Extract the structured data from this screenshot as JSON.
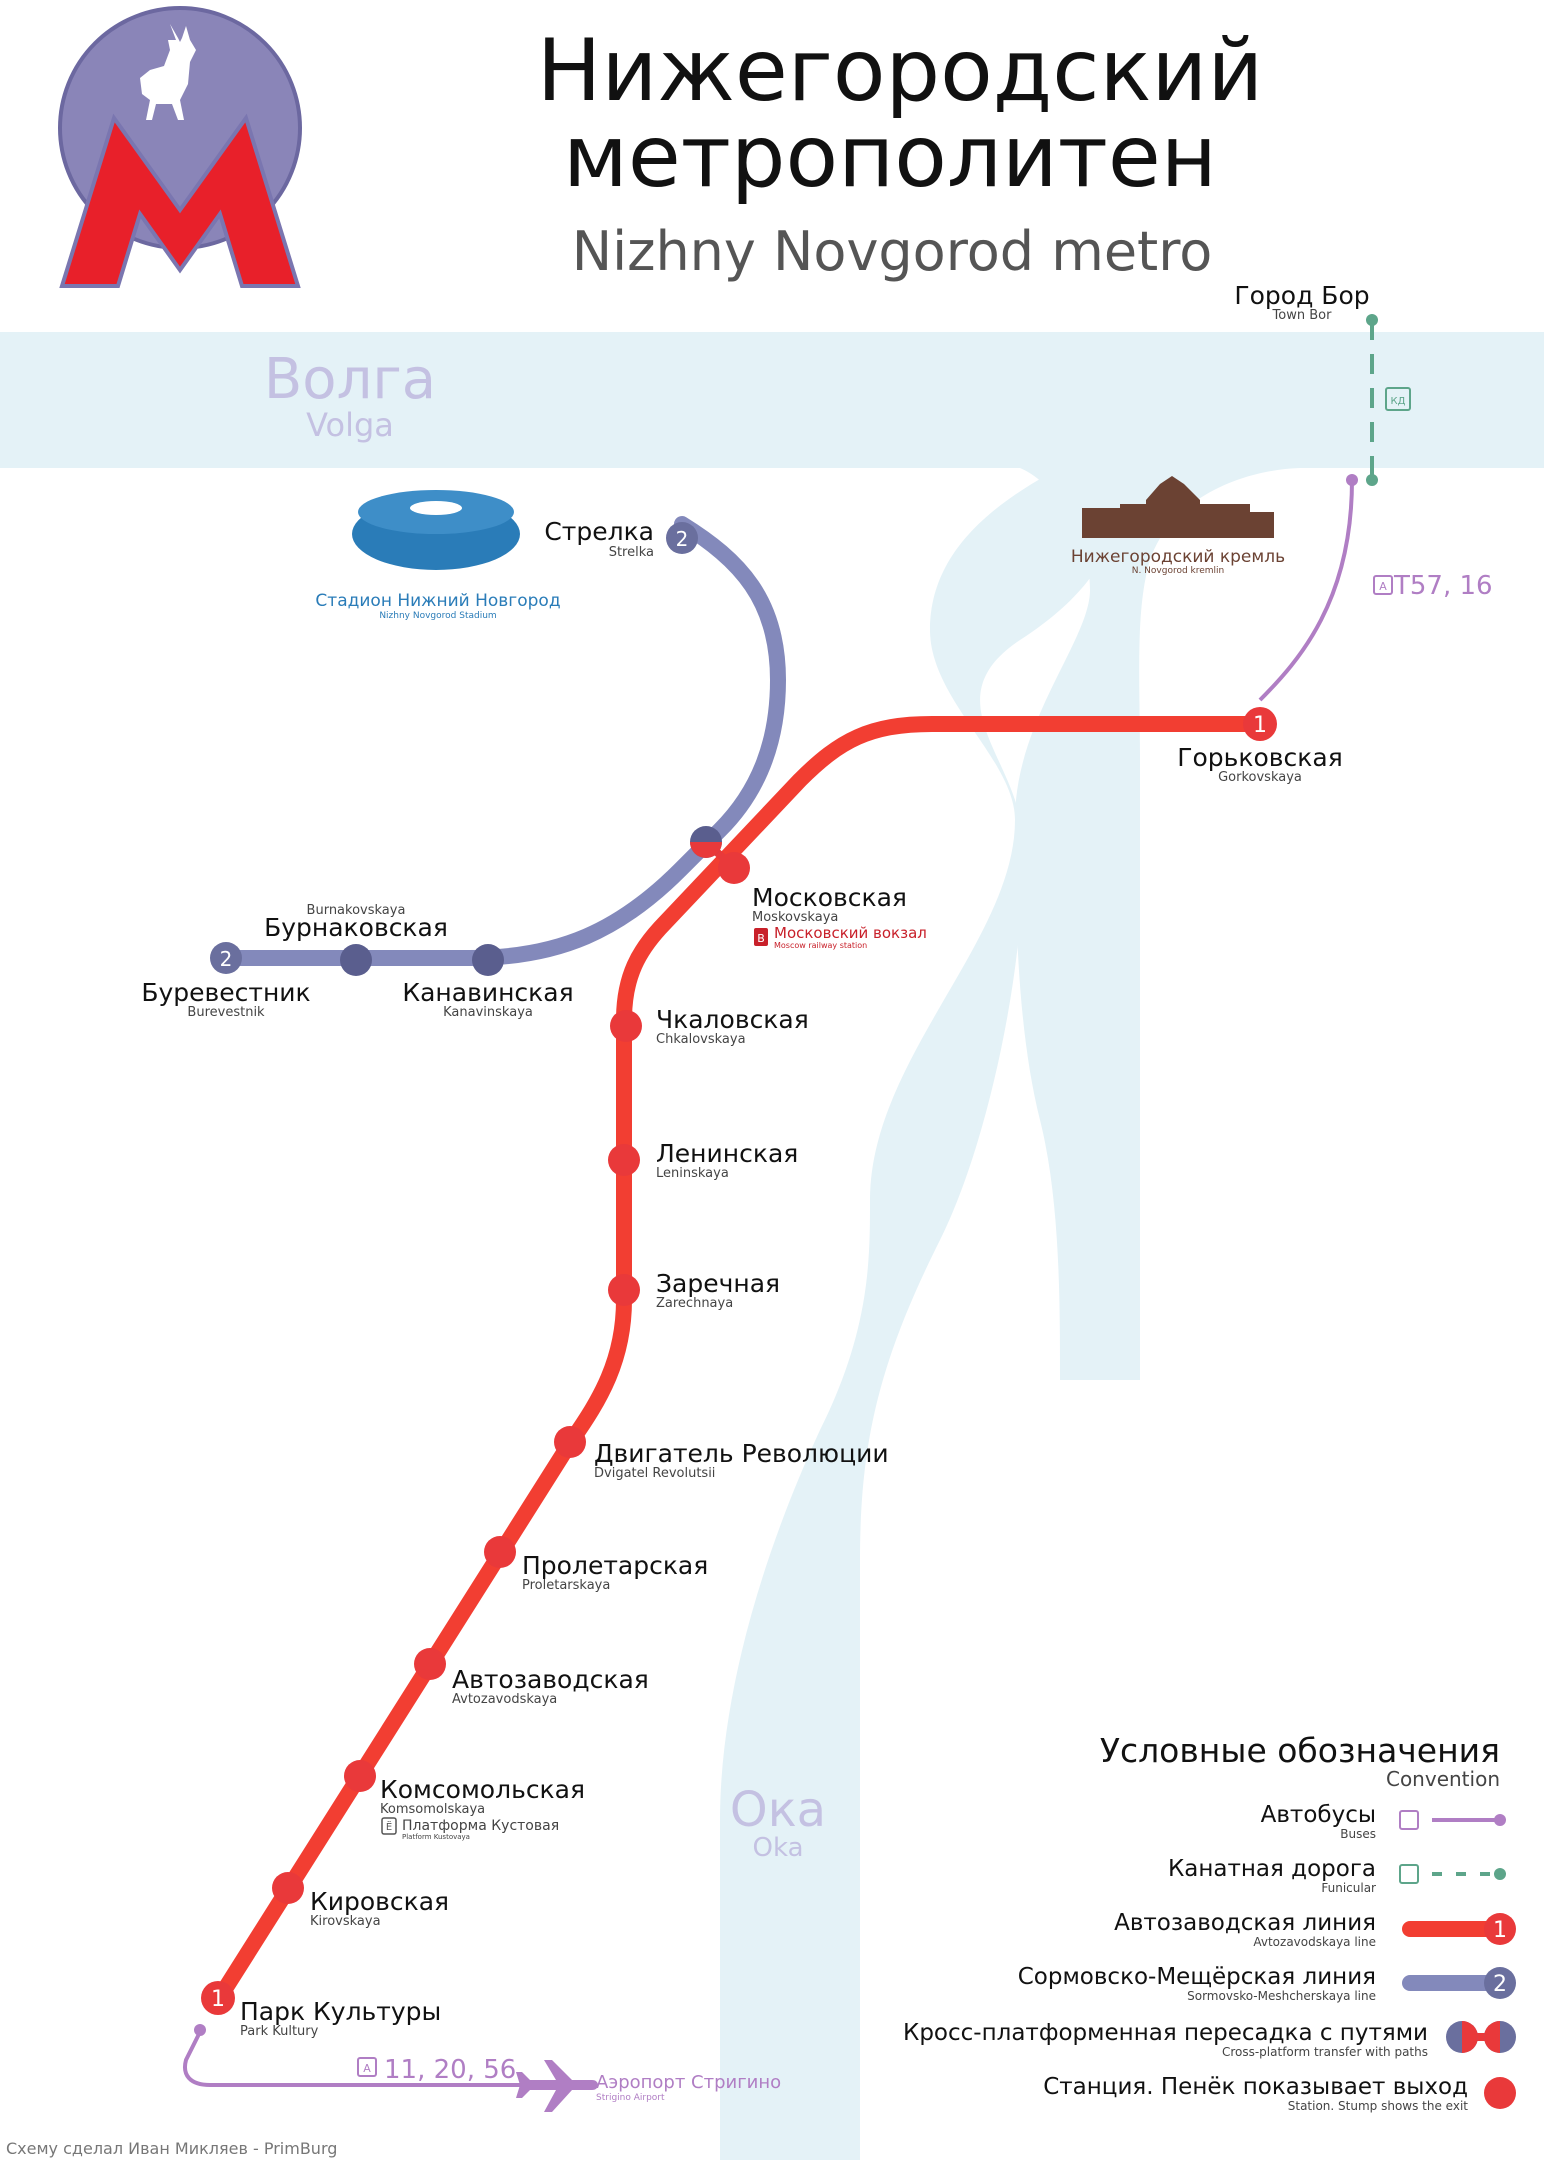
{
  "title": {
    "line1": "Нижегородский",
    "line2": "метрополитен",
    "subtitle": "Nizhny Novgorod metro"
  },
  "rivers": {
    "volga_ru": "Волга",
    "volga_en": "Volga",
    "oka_ru": "Ока",
    "oka_en": "Oka"
  },
  "landmarks": {
    "stadium_ru": "Стадион Нижний Новгород",
    "stadium_en": "Nizhny Novgorod Stadium",
    "kremlin_ru": "Нижегородский кремль",
    "kremlin_en": "N. Novgorod kremlin",
    "railway_ru": "Московский вокзал",
    "railway_en": "Moscow railway station",
    "railway_badge": "В",
    "platform_ru": "Платформа Кустовая",
    "platform_en": "Platform Kustovaya",
    "platform_badge": "Ё",
    "airport_ru": "Аэропорт Стригино",
    "airport_en": "Strigino Airport"
  },
  "lines": [
    {
      "number": "1",
      "name_ru": "Автозаводская линия",
      "name_en": "Avtozavodskaya line",
      "color": "#f23e32"
    },
    {
      "number": "2",
      "name_ru": "Сормовско-Мещёрская линия",
      "name_en": "Sormovsko-Meshcherskaya line",
      "color": "#8389bb"
    }
  ],
  "stations": {
    "strelka": {
      "ru": "Стрелка",
      "en": "Strelka"
    },
    "burnakovskaya": {
      "ru": "Бурнаковская",
      "en": "Burnakovskaya"
    },
    "burevestnik": {
      "ru": "Буревестник",
      "en": "Burevestnik"
    },
    "kanavinskaya": {
      "ru": "Канавинская",
      "en": "Kanavinskaya"
    },
    "gorkovskaya": {
      "ru": "Горьковская",
      "en": "Gorkovskaya"
    },
    "moskovskaya": {
      "ru": "Московская",
      "en": "Moskovskaya"
    },
    "chkalovskaya": {
      "ru": "Чкаловская",
      "en": "Chkalovskaya"
    },
    "leninskaya": {
      "ru": "Ленинская",
      "en": "Leninskaya"
    },
    "zarechnaya": {
      "ru": "Заречная",
      "en": "Zarechnaya"
    },
    "dvigatel": {
      "ru": "Двигатель Революции",
      "en": "Dvigatel Revolutsii"
    },
    "proletarskaya": {
      "ru": "Пролетарская",
      "en": "Proletarskaya"
    },
    "avtozavodskaya": {
      "ru": "Автозаводская",
      "en": "Avtozavodskaya"
    },
    "komsomolskaya": {
      "ru": "Комсомольская",
      "en": "Komsomolskaya"
    },
    "kirovskaya": {
      "ru": "Кировская",
      "en": "Kirovskaya"
    },
    "park_kultury": {
      "ru": "Парк Культуры",
      "en": "Park Kultury"
    },
    "gorod_bor": {
      "ru": "Город Бор",
      "en": "Town Bor"
    }
  },
  "bus_routes": {
    "gorkovskaya": "Т57, 16",
    "airport": "11, 20, 56",
    "badge": "А"
  },
  "cable_badge": "КД",
  "legend": {
    "title_ru": "Условные обозначения",
    "title_en": "Convention",
    "items": [
      {
        "ru": "Автобусы",
        "en": "Buses"
      },
      {
        "ru": "Канатная дорога",
        "en": "Funicular"
      },
      {
        "ru": "Автозаводская линия",
        "en": "Avtozavodskaya line"
      },
      {
        "ru": "Сормовско-Мещёрская линия",
        "en": "Sormovsko-Meshcherskaya line"
      },
      {
        "ru": "Кросс-платформенная пересадка с путями",
        "en": "Cross-platform transfer with paths"
      },
      {
        "ru": "Станция. Пенёк показывает выход",
        "en": "Station. Stump shows the exit"
      }
    ]
  },
  "credit": "Схему сделал Иван Микляев - PrimBurg",
  "colors": {
    "river": "#e4f2f7",
    "line1": "#f23e32",
    "line2": "#8389bb",
    "bus": "#b07ec4",
    "cable": "#5da58a",
    "stadium": "#2a7cb8",
    "kremlin": "#6b4233",
    "railway": "#c8202a",
    "logo_red": "#e8202a",
    "logo_violet": "#8a85b8"
  }
}
